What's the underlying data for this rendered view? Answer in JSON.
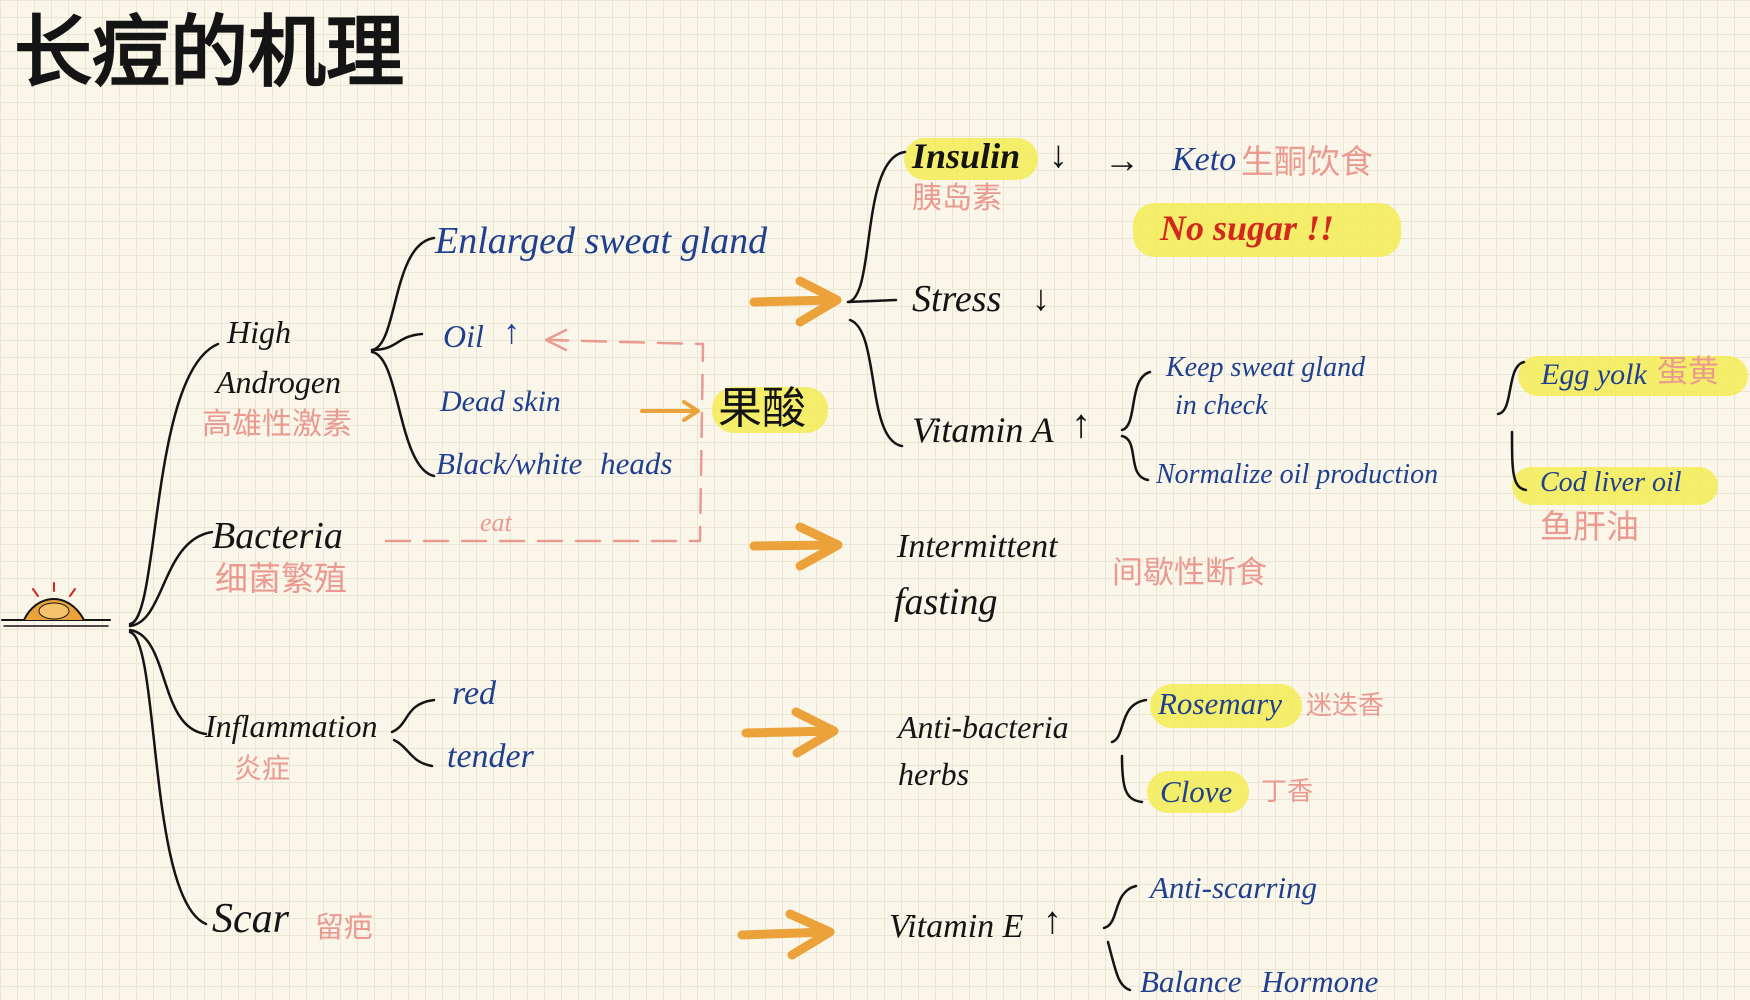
{
  "title": "长痘的机理",
  "root_icon": "pimple-icon",
  "colors": {
    "ink": "#141414",
    "blue": "#1f3f8f",
    "pink": "#ea9a90",
    "orange": "#eba23a",
    "highlight": "#f3ec55",
    "red": "#d3291c",
    "paper": "#faf7ea",
    "grid": "#ebe5d3"
  },
  "causes": {
    "androgen": {
      "line1": "High",
      "line2": "Androgen",
      "cn": "高雄性激素",
      "effects": {
        "sweat_gland": "Enlarged sweat gland",
        "oil": "Oil",
        "oil_arrow": "↑",
        "dead_skin": "Dead skin",
        "heads": "Black/white heads"
      }
    },
    "bacteria": {
      "label": "Bacteria",
      "cn": "细菌繁殖",
      "link_label": "eat"
    },
    "inflammation": {
      "label": "Inflammation",
      "cn": "炎症",
      "symptoms": [
        "red",
        "tender"
      ]
    },
    "scar": {
      "label": "Scar",
      "cn": "留疤"
    }
  },
  "fruit_acid": "果酸",
  "remedies": {
    "insulin": {
      "label": "Insulin",
      "arrow": "↓",
      "cn": "胰岛素",
      "keto_arrow": "→",
      "keto": "Keto",
      "keto_cn": "生酮饮食",
      "no_sugar": "No sugar !!"
    },
    "stress": {
      "label": "Stress",
      "arrow": "↓"
    },
    "vitamin_a": {
      "label": "Vitamin A",
      "arrow": "↑",
      "benefits": {
        "keep_line1": "Keep sweat gland",
        "keep_line2": "in check",
        "normalize": "Normalize oil production"
      },
      "sources": {
        "egg": "Egg yolk",
        "egg_cn": "蛋黄",
        "cod": "Cod liver oil",
        "cod_cn": "鱼肝油"
      }
    },
    "fasting": {
      "line1": "Intermittent",
      "line2": "fasting",
      "cn": "间歇性断食"
    },
    "herbs": {
      "line1": "Anti-bacteria",
      "line2": "herbs",
      "items": [
        {
          "label": "Rosemary",
          "cn": "迷迭香"
        },
        {
          "label": "Clove",
          "cn": "丁香"
        }
      ]
    },
    "vitamin_e": {
      "label": "Vitamin E",
      "arrow": "↑",
      "benefits": [
        "Anti-scarring",
        "Balance Hormone"
      ]
    }
  }
}
